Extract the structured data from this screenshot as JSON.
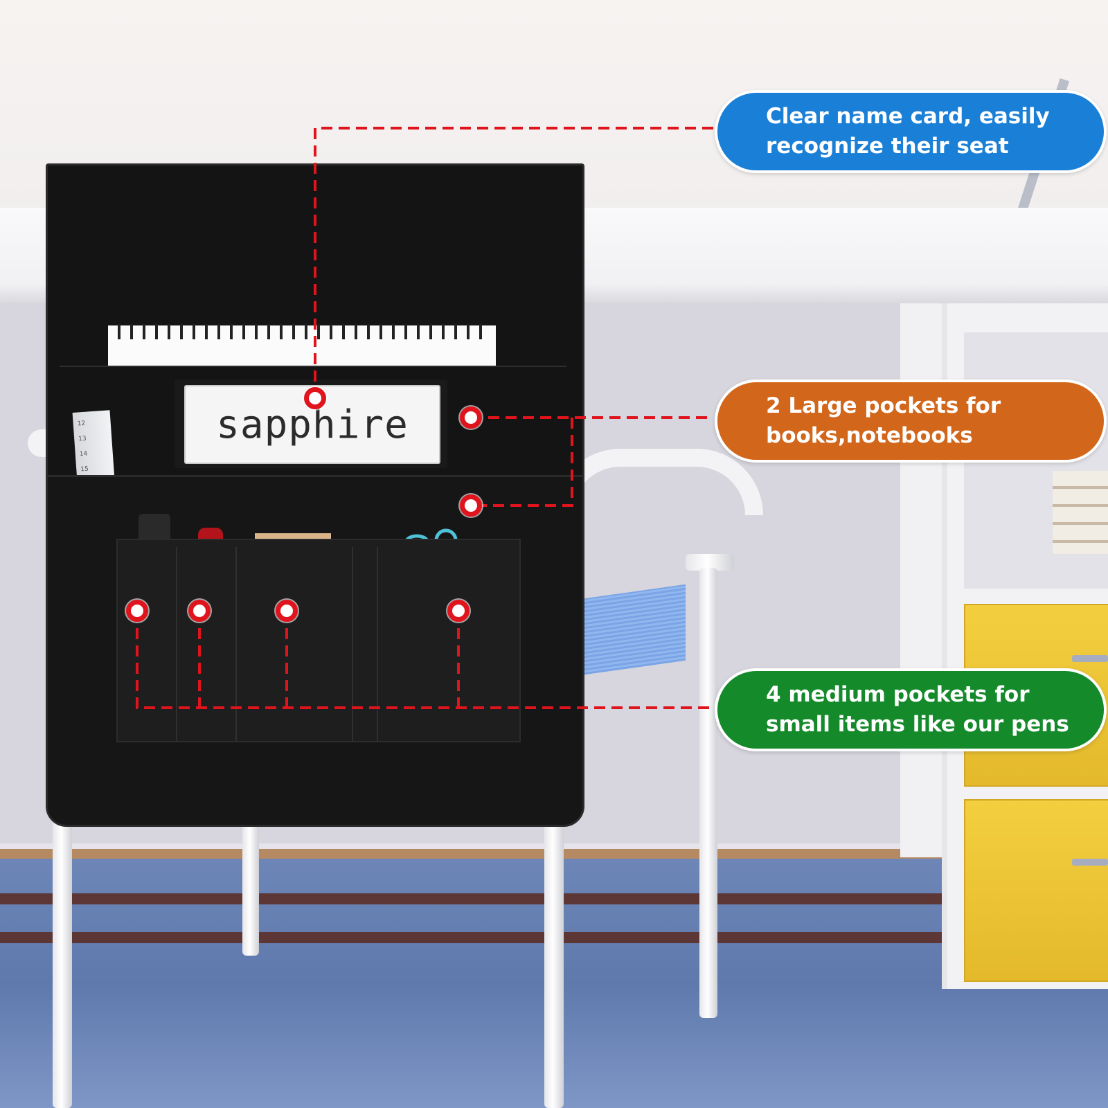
{
  "name_card": {
    "text": "sapphire"
  },
  "callouts": [
    {
      "text": "Clear name card, easily\nrecognize their seat",
      "color": "#1a7fd6"
    },
    {
      "text": "2 Large pockets for\nbooks,notebooks",
      "color": "#d2661a"
    },
    {
      "text": "4 medium pockets for\nsmall items like our pens",
      "color": "#148a2a"
    }
  ],
  "ruler_marks": [
    "12",
    "13",
    "14",
    "15"
  ],
  "colors": {
    "leader": "#e0141d",
    "bag": "#161616"
  }
}
